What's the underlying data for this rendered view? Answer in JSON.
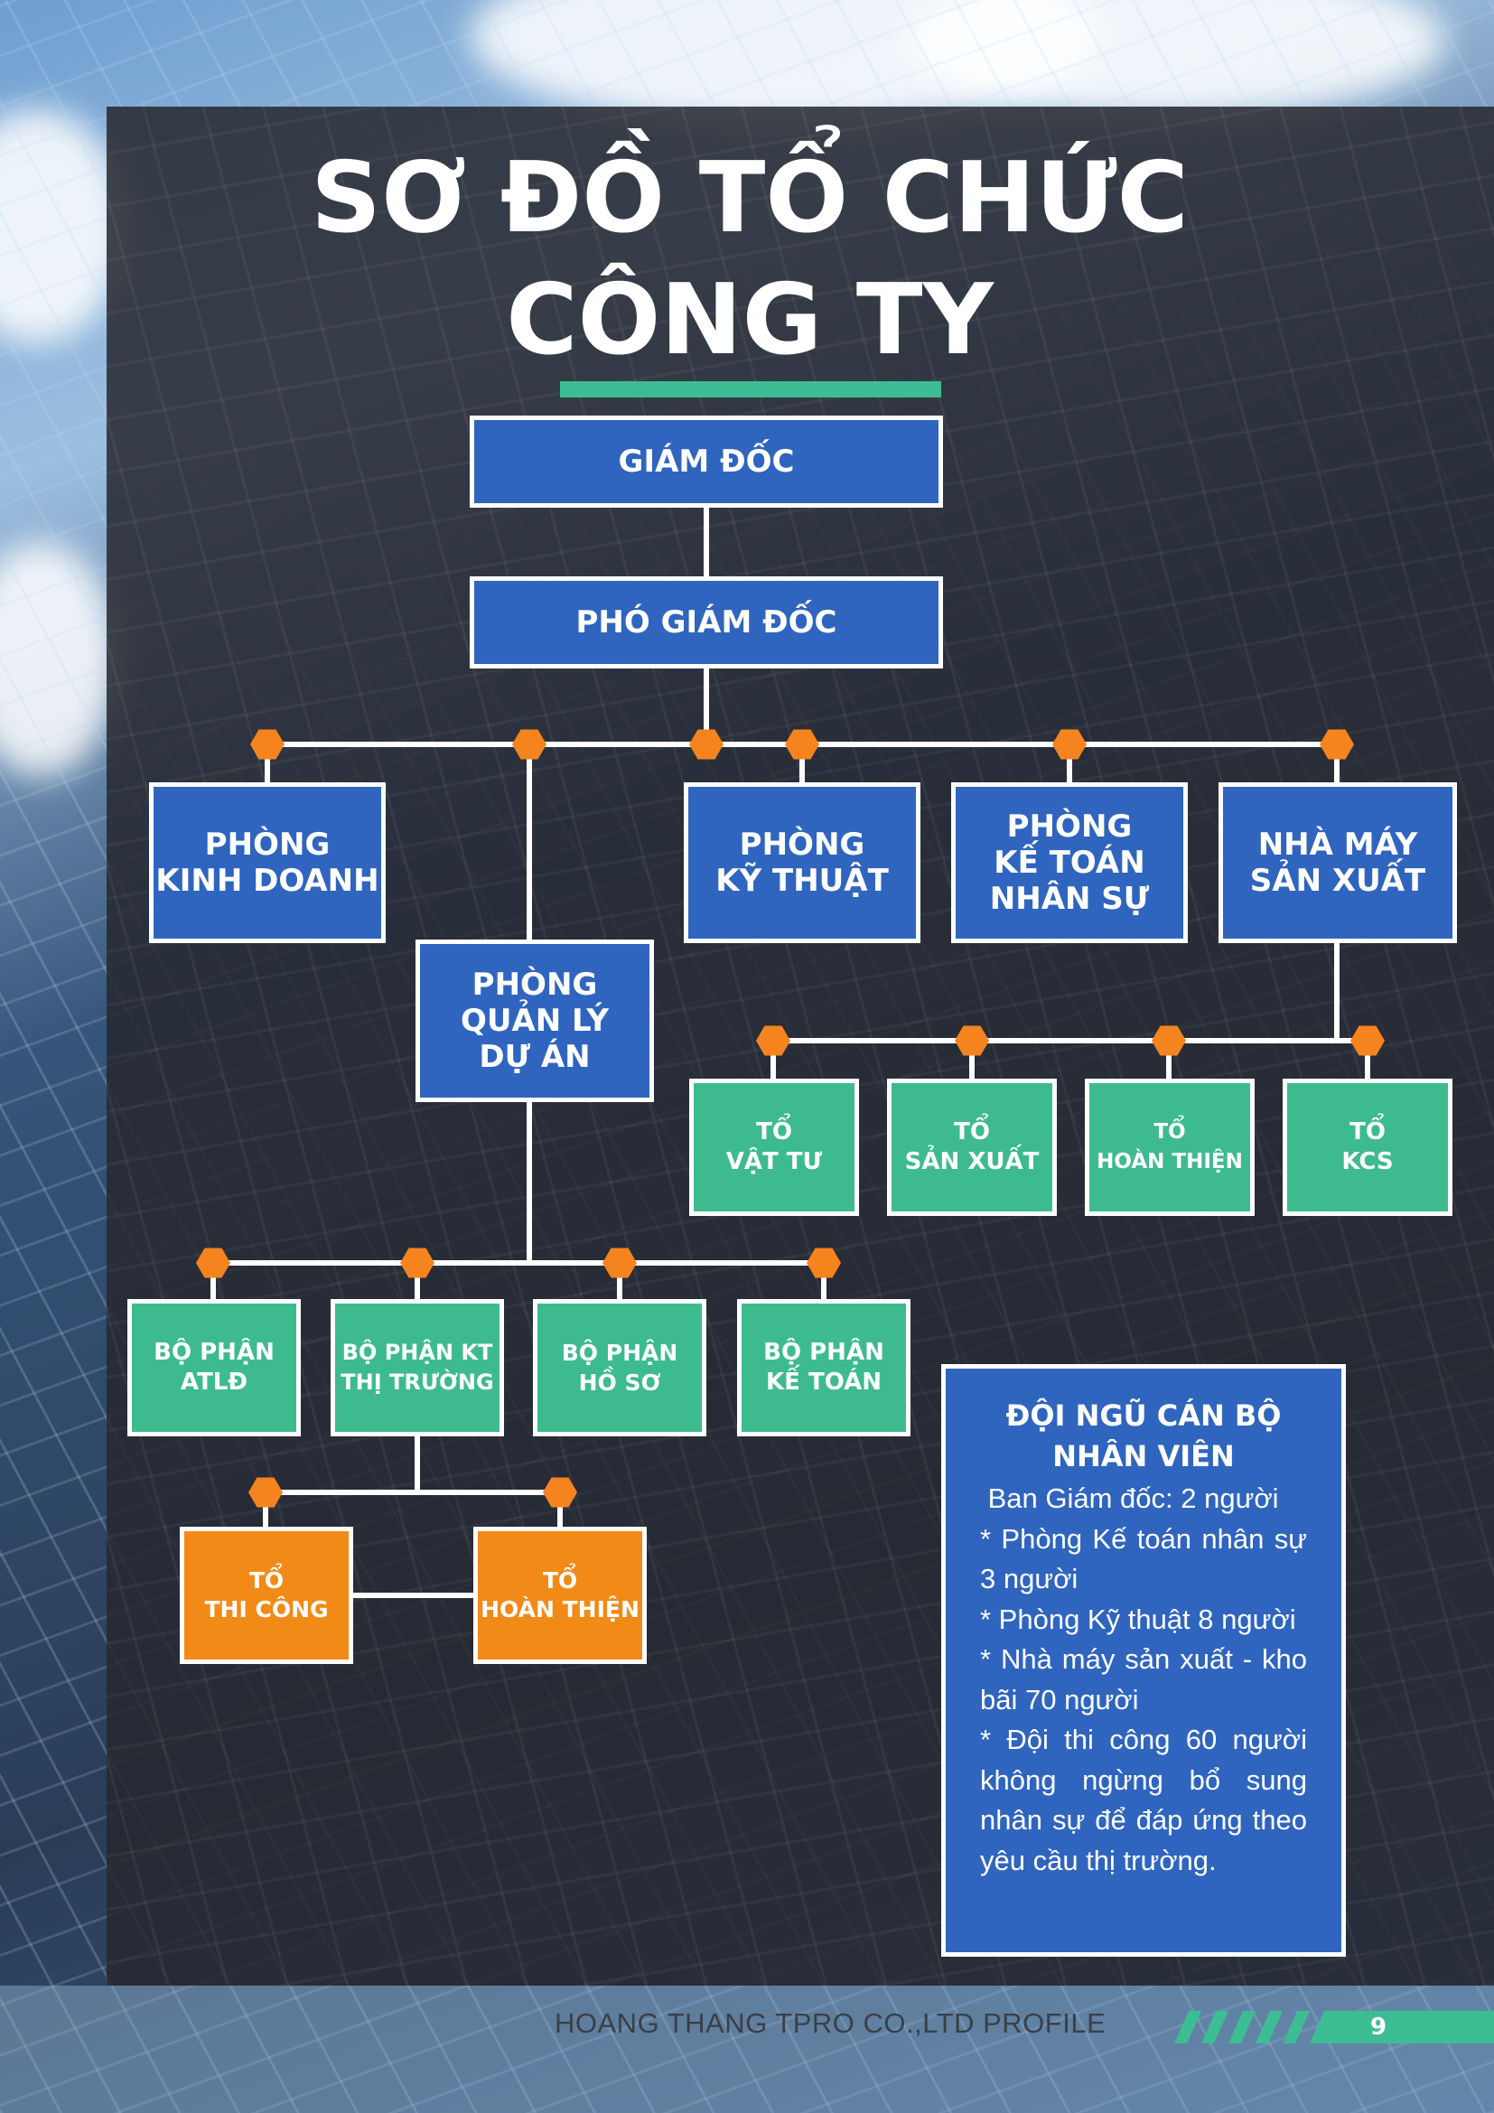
{
  "title": {
    "line1": "SƠ ĐỒ TỔ CHỨC",
    "line2": "CÔNG TY"
  },
  "colors": {
    "blue": "#2f65bf",
    "green": "#3dbb8f",
    "orange_node": "#f28a17",
    "accent": "#3dbd93",
    "connector": "#ffffff",
    "junction": "#f5841f"
  },
  "org": {
    "director": "GIÁM ĐỐC",
    "deputy_director": "PHÓ GIÁM ĐỐC",
    "departments": {
      "sales": "PHÒNG\nKINH DOANH",
      "project_management": "PHÒNG\nQUẢN LÝ\nDỰ ÁN",
      "technical": "PHÒNG\nKỸ THUẬT",
      "accounting_hr": "PHÒNG\nKẾ TOÁN\nNHÂN SỰ",
      "factory": "NHÀ MÁY\nSẢN XUẤT"
    },
    "factory_teams": {
      "materials": "TỔ\nVẬT TƯ",
      "production": "TỔ\nSẢN XUẤT",
      "finishing": "TỔ\nHOÀN THIỆN",
      "kcs": "TỔ\nKCS"
    },
    "project_units": {
      "safety": "BỘ PHẬN\nATLĐ",
      "market_tech": "BỘ PHẬN KT\nTHỊ TRƯỜNG",
      "records": "BỘ PHẬN\nHỒ SƠ",
      "accounting": "BỘ PHẬN\nKẾ TOÁN"
    },
    "site_teams": {
      "construction": "TỔ\nTHI CÔNG",
      "finishing": "TỔ\nHOÀN THIỆN"
    }
  },
  "staff": {
    "heading": "ĐỘI NGŨ CÁN BỘ\nNHÂN VIÊN",
    "lines": [
      " Ban Giám đốc: 2 người",
      "* Phòng Kế toán nhân sự 3 người",
      "* Phòng Kỹ thuật 8 người",
      "* Nhà máy sản xuất - kho bãi 70 người",
      "* Đội thi công 60 người không ngừng bổ sung nhân sự để đáp ứng theo yêu cầu thị trường."
    ]
  },
  "footer": {
    "text": "HOANG THANG TPRO CO.,LTD PROFILE",
    "page_number": "9"
  }
}
